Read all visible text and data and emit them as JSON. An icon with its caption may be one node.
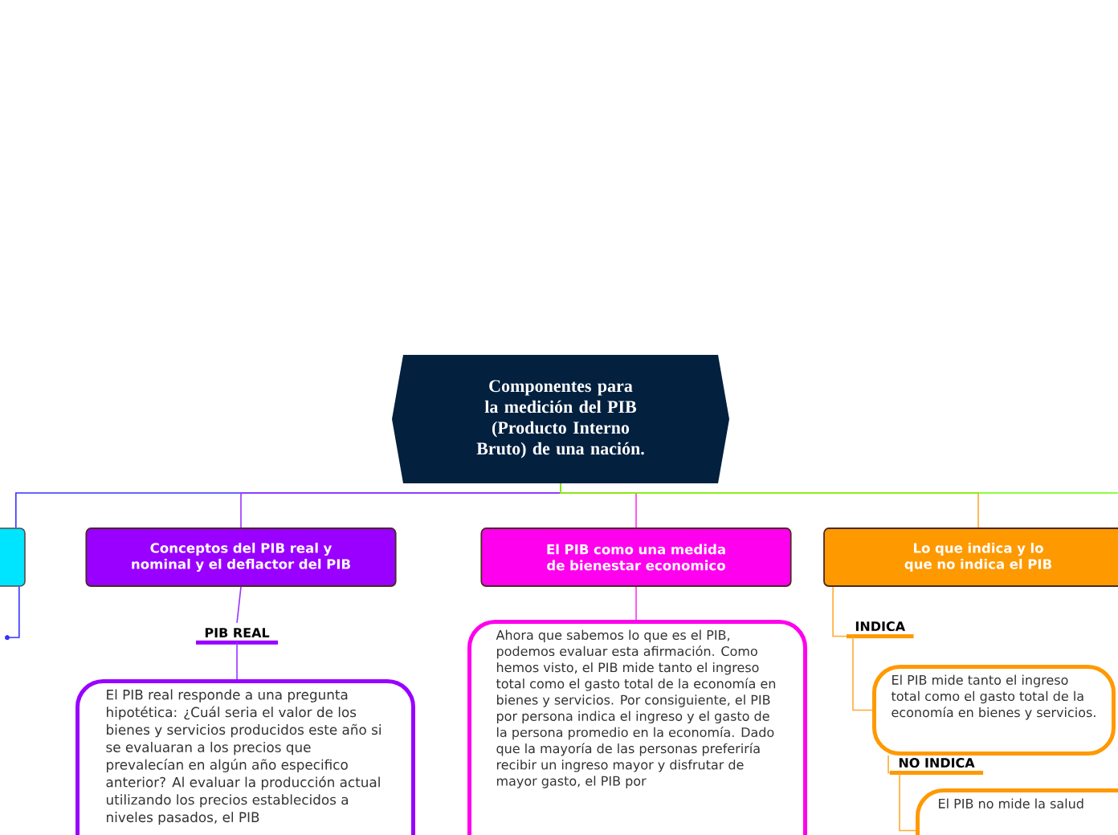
{
  "diagram": {
    "nodes": [
      {
        "text": [
          "Componentes para la medición del PIB (Producto Interno Bruto) de una nación."
        ]
      },
      {
        "text": [],
        "shape": "box"
      },
      {
        "text": [
          "Conceptos del PIB real y nominal y el deflactor del PIB"
        ]
      },
      {
        "text": [
          "El PIB como una medida de bienestar economico"
        ]
      },
      {
        "text": [
          "Lo que indica y lo que no indica el PIB"
        ]
      },
      {
        "text": [
          "PIB REAL"
        ]
      },
      {
        "text": [
          "El PIB real responde a una pregunta hipotética: ¿Cuál seria el valor de los bienes y servicios producidos este año si se evaluaran a los precios que prevalecían en algún año especifico anterior? Al evaluar la producción actual utilizando los precios establecidos a niveles pasados, el PIB"
        ]
      },
      {
        "text": [
          "Ahora que sabemos lo que es el PIB, podemos evaluar esta afirmación. Como hemos visto, el PIB mide tanto el ingreso total como el gasto total de la economía en bienes y servicios. Por consiguiente, el PIB por persona indica el ingreso y el gasto de la persona promedio en la economía. Dado que la mayoría de las personas preferiría recibir un ingreso mayor y disfrutar de mayor gasto, el PIB por"
        ]
      },
      {
        "text": [
          "INDICA"
        ]
      },
      {
        "text": [
          "El PIB mide tanto el ingreso total como el gasto total de la economía en bienes y servicios."
        ]
      },
      {
        "text": [
          "NO INDICA"
        ]
      },
      {
        "text": [
          "El PIB no mide la salud"
        ]
      }
    ],
    "edges": [
      {
        "from": 0,
        "to": 1,
        "arrow": "none",
        "color": "#3333ff"
      },
      {
        "from": 0,
        "to": 2,
        "arrow": "none",
        "color": "#9933ff"
      },
      {
        "from": 0,
        "to": 3,
        "arrow": "none",
        "color": "#ff33ee"
      },
      {
        "from": 0,
        "to": 4,
        "arrow": "none"
      },
      {
        "from": 0,
        "to": null,
        "arrow": "none",
        "color": "#66ff00"
      },
      {
        "from": 1,
        "to": null,
        "arrow": "to",
        "color": "#3333ff"
      },
      {
        "from": 2,
        "to": 5,
        "arrow": "none",
        "color": "#9933ff"
      },
      {
        "from": 5,
        "to": 6,
        "arrow": "none",
        "color": "#9933ff"
      },
      {
        "from": 3,
        "to": 7,
        "arrow": "none",
        "color": "#ff33ee"
      },
      {
        "from": 4,
        "to": 8,
        "arrow": "none"
      },
      {
        "from": 8,
        "to": 9,
        "arrow": "none"
      },
      {
        "from": 9,
        "to": 10,
        "arrow": "none"
      },
      {
        "from": 10,
        "to": 11,
        "arrow": "none"
      }
    ]
  }
}
